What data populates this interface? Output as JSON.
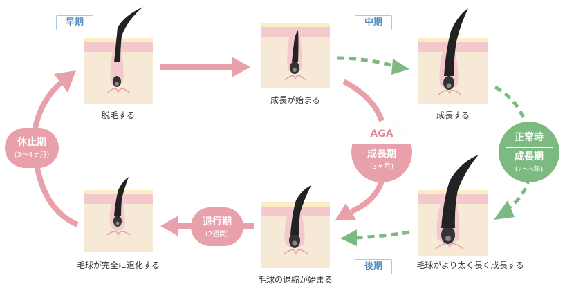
{
  "stage_tags": {
    "early": "早期",
    "middle": "中期",
    "late": "後期"
  },
  "captions": {
    "shedding": "脱毛する",
    "growth_start": "成長が始まる",
    "growing": "成長する",
    "thicker": "毛球がより太く長く成長する",
    "regression_start": "毛球の退縮が始まる",
    "regressed": "毛球が完全に退化する"
  },
  "badges": {
    "telogen": {
      "title": "休止期",
      "sub": "(3〜4ヶ月)"
    },
    "catagen": {
      "title": "退行期",
      "sub": "(2週間)"
    },
    "aga": {
      "top": "AGA",
      "title": "成長期",
      "sub": "(3ヶ月)"
    },
    "normal": {
      "top": "正常時",
      "title": "成長期",
      "sub": "(2〜6年)"
    }
  },
  "colors": {
    "pink": "#e8a0aa",
    "green": "#7cba82",
    "blue_tag": "#5a8ec0",
    "skin": "#f6ead7"
  }
}
